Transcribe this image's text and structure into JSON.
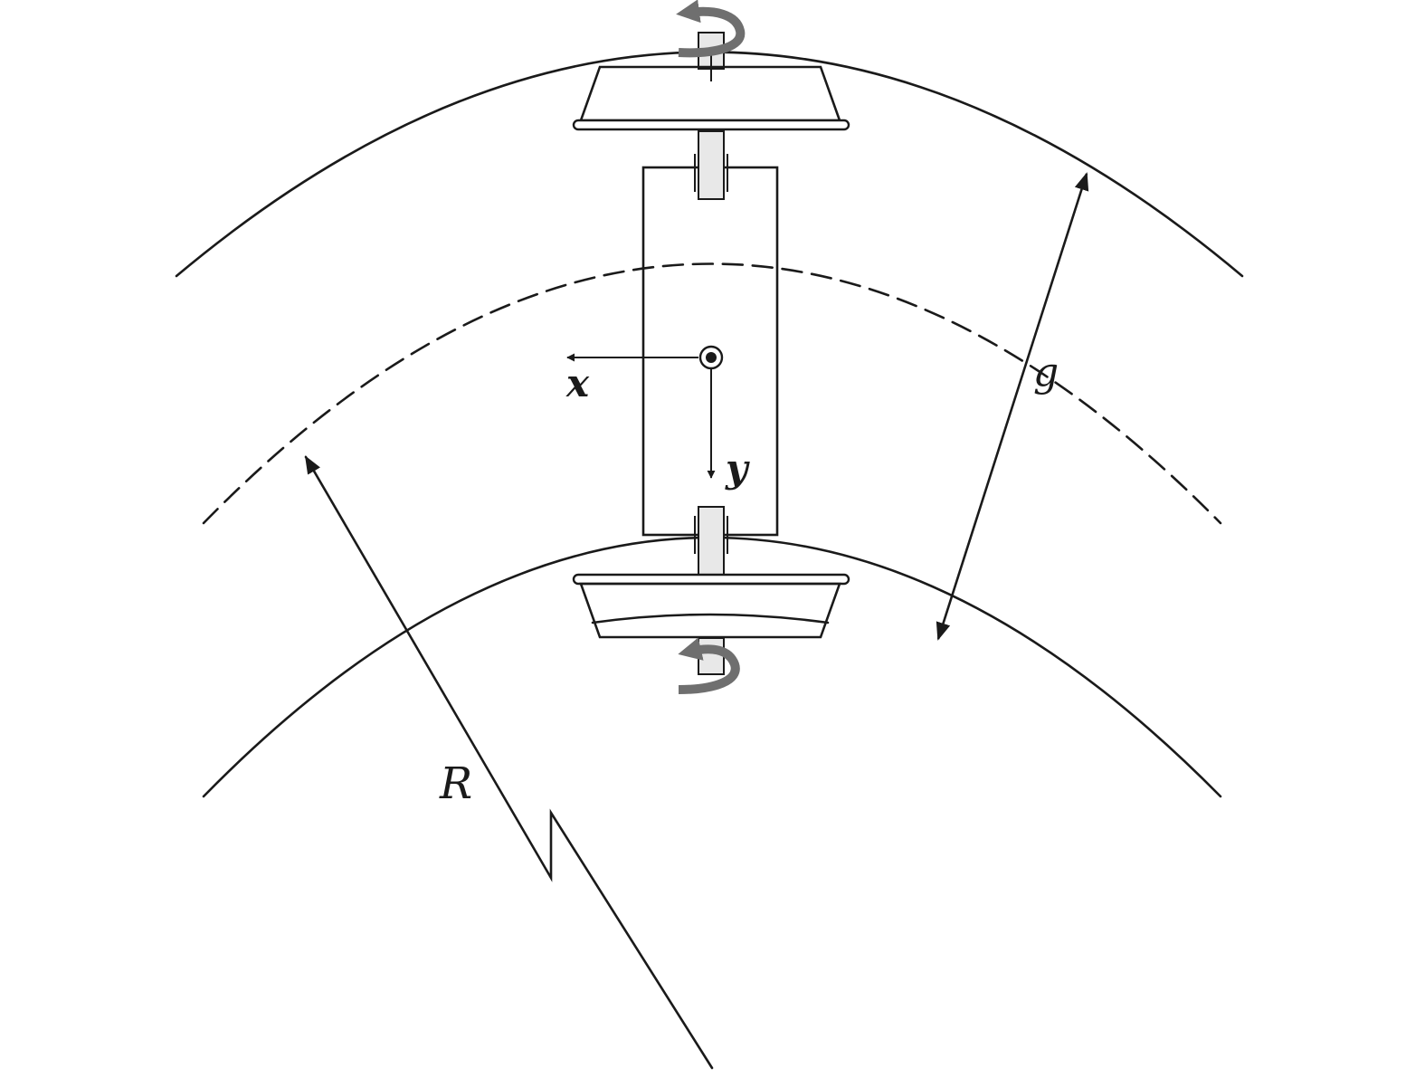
{
  "diagram": {
    "labels": {
      "x_axis": "x",
      "y_axis": "y",
      "gauge": "g",
      "radius": "R"
    },
    "colors": {
      "ink": "#1a1a1a",
      "axle_fill": "#e8e8e8",
      "rotation_arrow": "#6f6f6f"
    },
    "icons": {
      "rotation_top": "rotation-arrow-icon",
      "rotation_bottom": "rotation-arrow-icon",
      "origin": "origin-dot-icon"
    }
  }
}
